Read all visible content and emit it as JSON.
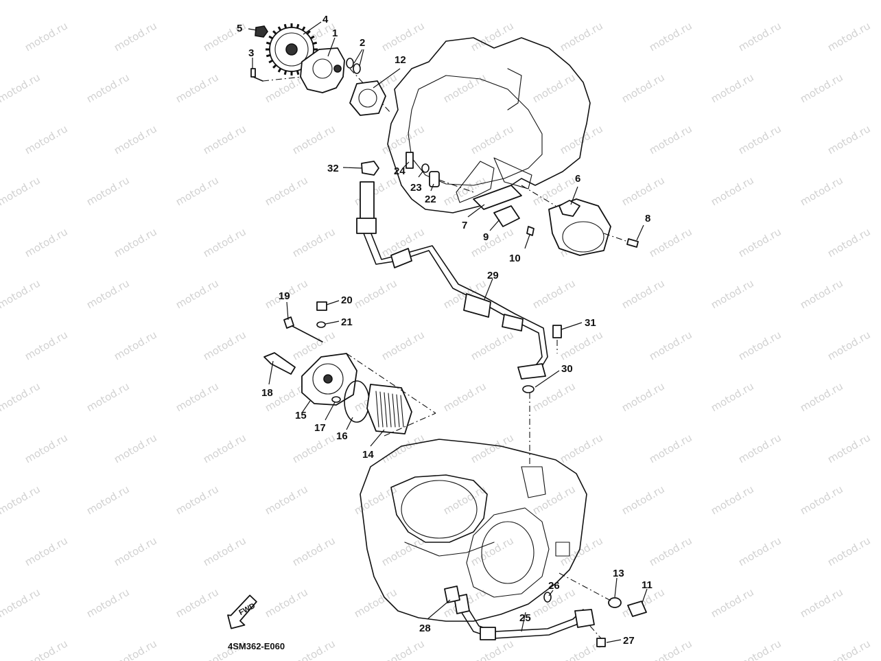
{
  "diagram": {
    "code": "4SM362-E060",
    "forward_label": "FWD",
    "watermark": "motod.ru",
    "callouts": [
      "1",
      "2",
      "3",
      "4",
      "5",
      "6",
      "7",
      "8",
      "9",
      "10",
      "11",
      "12",
      "13",
      "14",
      "15",
      "16",
      "17",
      "18",
      "19",
      "20",
      "21",
      "22",
      "23",
      "24",
      "25",
      "26",
      "27",
      "28",
      "29",
      "30",
      "31",
      "32"
    ]
  }
}
